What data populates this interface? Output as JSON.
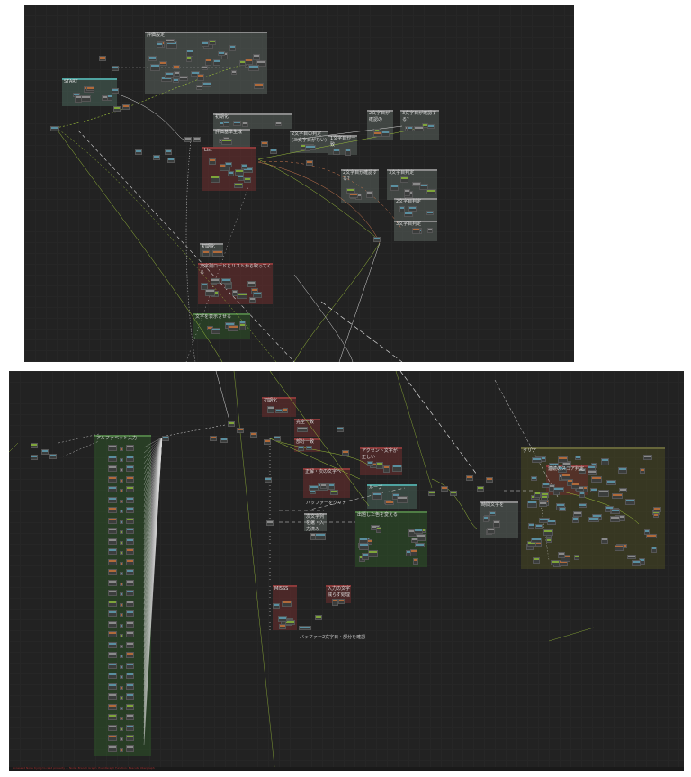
{
  "top_graph": {
    "groups": [
      {
        "label": "評価設定",
        "style": "gray"
      },
      {
        "label": "START",
        "style": "teal"
      },
      {
        "label": "初期化",
        "style": "gray"
      },
      {
        "label": "評価基準生成",
        "style": "gray"
      },
      {
        "label": "List",
        "style": "red"
      },
      {
        "label": "2文字目の判定(二文字目がない)",
        "style": "gray"
      },
      {
        "label": "1文字目が一致",
        "style": "gray"
      },
      {
        "label": "2文字目が確認の",
        "style": "gray"
      },
      {
        "label": "3文字目が確認する？",
        "style": "gray"
      },
      {
        "label": "2文字目が確認する？",
        "style": "gray"
      },
      {
        "label": "3文字目判定",
        "style": "gray"
      },
      {
        "label": "2文字目判定",
        "style": "gray"
      },
      {
        "label": "3文字目判定",
        "style": "gray"
      },
      {
        "label": "初期化",
        "style": "gray"
      },
      {
        "label": "文字列ロードとリストから取ってくる",
        "style": "red"
      },
      {
        "label": "文字を表示させる",
        "style": "green"
      }
    ]
  },
  "bottom_graph": {
    "groups": [
      {
        "label": "初期化",
        "style": "red"
      },
      {
        "label": "完全一致",
        "style": "red"
      },
      {
        "label": "部分一致",
        "style": "red"
      },
      {
        "label": "アルファベット入力",
        "style": "green"
      },
      {
        "label": "アクセント文字が正しい",
        "style": "red"
      },
      {
        "label": "正解・次の文字へ",
        "style": "red"
      },
      {
        "label": "ループ",
        "style": "teal"
      },
      {
        "label": "次文字列を選・入力済み",
        "style": "gray"
      },
      {
        "label": "出題した色を変える",
        "style": "green"
      },
      {
        "label": "MISSS",
        "style": "red"
      },
      {
        "label": "入力の文字減らす処理",
        "style": "red"
      },
      {
        "label": "時間文字を",
        "style": "gray"
      },
      {
        "label": "クリア",
        "style": "olive"
      },
      {
        "label": "連続のスコア判定",
        "style": "red"
      }
    ],
    "free_labels": [
      "バッファーをクリア",
      "バッファー2文字目・部分を確認"
    ]
  },
  "status": {
    "error_text": "Accessed None trying to read property ... Node: Branch Graph: EventGraph Function: Execute Ubergraph"
  },
  "colors": {
    "canvas": "#222222",
    "exec_wire": "#d8d8d8",
    "data_wire": "#9bbf3a",
    "string_wire": "#d07a50"
  }
}
